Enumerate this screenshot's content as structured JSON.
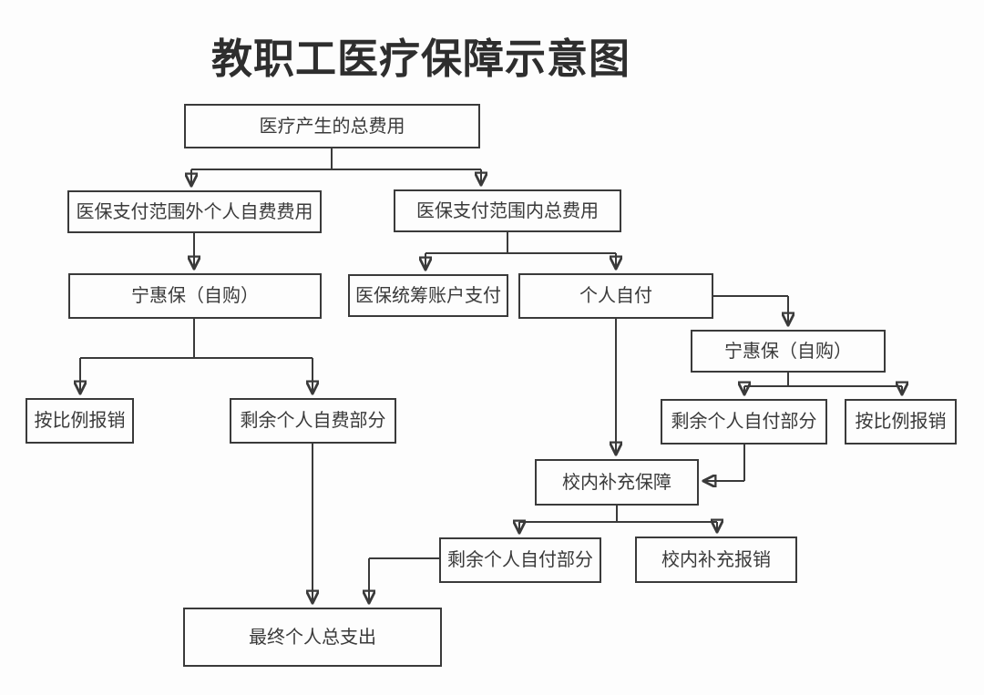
{
  "title": "教职工医疗保障示意图",
  "diagram": {
    "type": "flowchart",
    "line_color": "#3a3a3a",
    "background_color": "#fdfdfd",
    "nodes": {
      "total_medical_cost": {
        "label": "医疗产生的总费用"
      },
      "out_of_scope_self_paid": {
        "label": "医保支付范围外个人自费费用"
      },
      "in_scope_total": {
        "label": "医保支付范围内总费用"
      },
      "ninghuibao_left": {
        "label": "宁惠保（自购）"
      },
      "pooled_account_payment": {
        "label": "医保统筹账户支付"
      },
      "personal_out_of_pocket": {
        "label": "个人自付"
      },
      "ninghuibao_right": {
        "label": "宁惠保（自购）"
      },
      "proportional_reimburse_left": {
        "label": "按比例报销"
      },
      "remaining_self_paid": {
        "label": "剩余个人自费部分"
      },
      "remaining_out_of_pocket_right": {
        "label": "剩余个人自付部分"
      },
      "proportional_reimburse_right": {
        "label": "按比例报销"
      },
      "campus_supplementary_insurance": {
        "label": "校内补充保障"
      },
      "remaining_out_of_pocket_bottom": {
        "label": "剩余个人自付部分"
      },
      "campus_supplementary_reimburse": {
        "label": "校内补充报销"
      },
      "final_total_personal_expense": {
        "label": "最终个人总支出"
      }
    },
    "edges": [
      "医疗产生的总费用 -> 医保支付范围外个人自费费用",
      "医疗产生的总费用 -> 医保支付范围内总费用",
      "医保支付范围外个人自费费用 -> 宁惠保（自购）",
      "医保支付范围内总费用 -> 医保统筹账户支付",
      "医保支付范围内总费用 -> 个人自付",
      "宁惠保（自购） -> 按比例报销",
      "宁惠保（自购） -> 剩余个人自费部分",
      "个人自付 -> 宁惠保（自购）",
      "个人自付 -> 校内补充保障",
      "宁惠保（自购） -> 剩余个人自付部分",
      "宁惠保（自购） -> 按比例报销",
      "剩余个人自付部分 -> 校内补充保障",
      "校内补充保障 -> 剩余个人自付部分",
      "校内补充保障 -> 校内补充报销",
      "剩余个人自费部分 -> 最终个人总支出",
      "剩余个人自付部分 -> 最终个人总支出"
    ]
  }
}
